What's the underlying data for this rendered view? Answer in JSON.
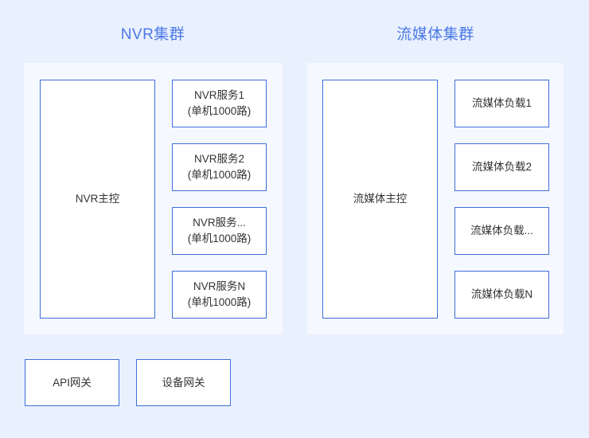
{
  "theme": {
    "page_background": "#e9f0fe",
    "panel_background": "#f5f8ff",
    "box_background": "#ffffff",
    "box_border": "#3f6fd8",
    "title_color": "#4b79e8",
    "text_color": "#333333"
  },
  "clusters": [
    {
      "title": "NVR集群",
      "master": {
        "label": "NVR主控"
      },
      "workers": [
        {
          "line1": "NVR服务1",
          "line2": "(单机1000路)"
        },
        {
          "line1": "NVR服务2",
          "line2": "(单机1000路)"
        },
        {
          "line1": "NVR服务...",
          "line2": "(单机1000路)"
        },
        {
          "line1": "NVR服务N",
          "line2": "(单机1000路)"
        }
      ]
    },
    {
      "title": "流媒体集群",
      "master": {
        "label": "流媒体主控"
      },
      "workers": [
        {
          "line1": "流媒体负载1",
          "line2": ""
        },
        {
          "line1": "流媒体负载2",
          "line2": ""
        },
        {
          "line1": "流媒体负载...",
          "line2": ""
        },
        {
          "line1": "流媒体负载N",
          "line2": ""
        }
      ]
    }
  ],
  "gateways": [
    {
      "label": "API网关"
    },
    {
      "label": "设备网关"
    }
  ]
}
